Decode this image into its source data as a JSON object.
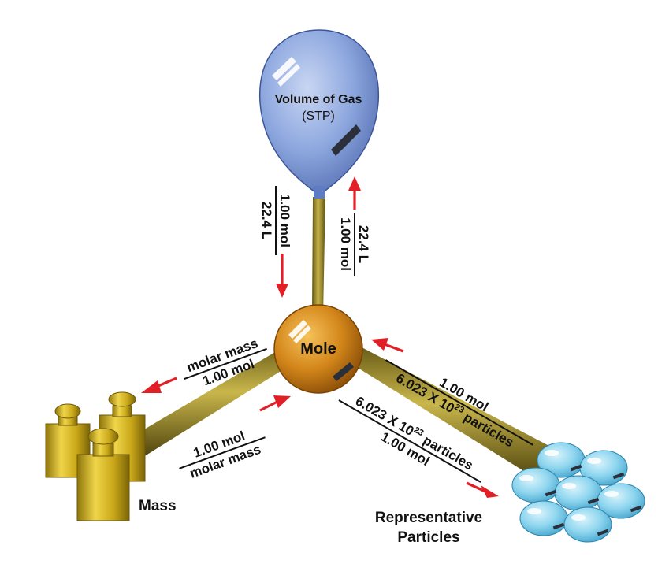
{
  "nodes": {
    "mole": {
      "label": "Mole"
    },
    "gas": {
      "label": "Volume of Gas",
      "sublabel": "(STP)"
    },
    "mass": {
      "label": "Mass"
    },
    "particles": {
      "label_line1": "Representative",
      "label_line2": "Particles"
    }
  },
  "conversions": {
    "mole_to_gas": {
      "numerator": "22.4 L",
      "denominator": "1.00 mol"
    },
    "gas_to_mole": {
      "numerator": "1.00 mol",
      "denominator": "22.4 L"
    },
    "mole_to_mass": {
      "numerator": "molar mass",
      "denominator": "1.00 mol"
    },
    "mass_to_mole": {
      "numerator": "1.00 mol",
      "denominator": "molar mass"
    },
    "particles_to_mole": {
      "numerator": "1.00 mol",
      "denominator_base": "6.023 X 10",
      "denominator_exp": "23",
      "denominator_tail": " particles"
    },
    "mole_to_particles": {
      "numerator_base": "6.023 X 10",
      "numerator_exp": "23",
      "numerator_tail": " particles",
      "denominator": "1.00 mol"
    }
  },
  "colors": {
    "arrow": "#e21f26",
    "rod": "#8a7a1e",
    "mole_sphere": "#d98a1c",
    "balloon": "#7d9ad6",
    "weights": "#d4b21d",
    "particles": "#7ccdea"
  }
}
